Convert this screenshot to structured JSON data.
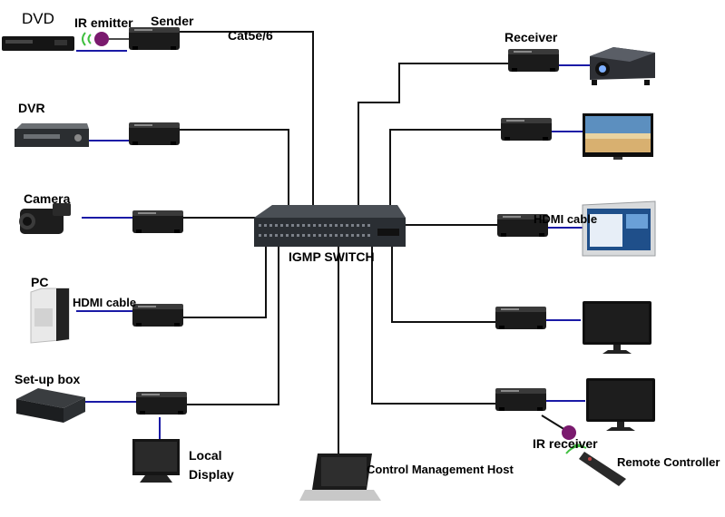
{
  "labels": {
    "dvd": "DVD",
    "ir_emitter": "IR emitter",
    "sender": "Sender",
    "cat": "Cat5e/6",
    "receiver": "Receiver",
    "dvr": "DVR",
    "camera": "Camera",
    "hdmi_cable_left": "HDMI cable",
    "hdmi_cable_right": "HDMI cable",
    "pc": "PC",
    "igmp_switch": "IGMP SWITCH",
    "setup_box": "Set-up box",
    "local": "Local",
    "display": "Display",
    "control_host": "Control Management Host",
    "ir_receiver": "IR receiver",
    "remote_controller": "Remote Controller"
  },
  "icons": {
    "extender": "extender-box",
    "switch": "network-switch",
    "projector": "projector",
    "tv": "tv-screen",
    "monitor": "monitor",
    "laptop": "laptop",
    "remote": "remote-control",
    "ir_dot": "ir-dot"
  },
  "colors": {
    "cat_line": "#111111",
    "hdmi_line": "#1a1aa6",
    "ir_dot": "#7a1a6e",
    "ir_wave": "#3fbf3f"
  }
}
